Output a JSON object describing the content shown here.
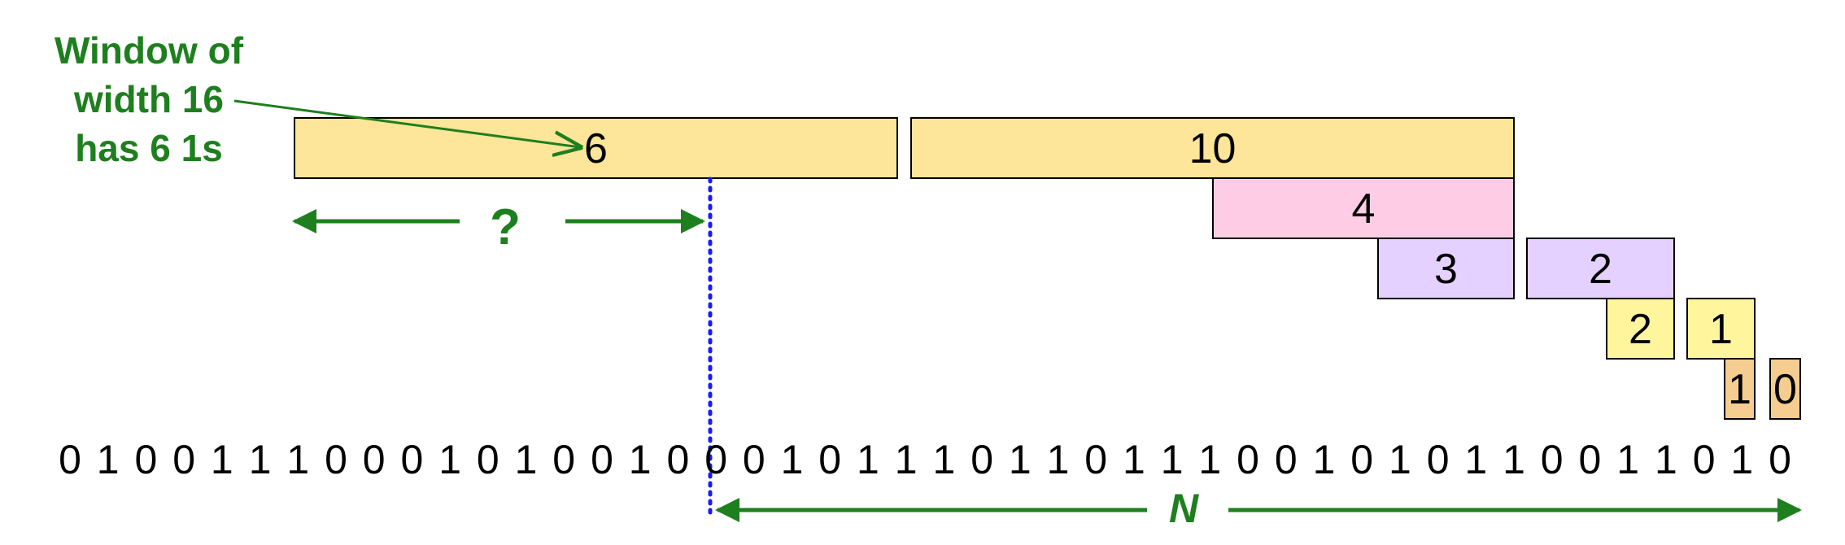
{
  "annotation": {
    "lines": [
      "Window of",
      "width 16",
      "has 6 1s"
    ],
    "question": "?",
    "n_label": "N"
  },
  "buckets": [
    {
      "label": "6",
      "color": "#fde599"
    },
    {
      "label": "10",
      "color": "#fde599"
    },
    {
      "label": "4",
      "color": "#ffcce6"
    },
    {
      "label": "3",
      "color": "#e5d1ff"
    },
    {
      "label": "2",
      "color": "#e5d1ff"
    },
    {
      "label": "2",
      "color": "#fff59c"
    },
    {
      "label": "1",
      "color": "#fff59c"
    },
    {
      "label": "1",
      "color": "#f5cd90"
    },
    {
      "label": "0",
      "color": "#f5cd90"
    }
  ],
  "bits": [
    "0",
    "1",
    "0",
    "0",
    "1",
    "1",
    "1",
    "0",
    "0",
    "0",
    "1",
    "0",
    "1",
    "0",
    "0",
    "1",
    "0",
    "0",
    "0",
    "1",
    "0",
    "1",
    "1",
    "1",
    "0",
    "1",
    "1",
    "0",
    "1",
    "1",
    "1",
    "0",
    "0",
    "1",
    "0",
    "1",
    "0",
    "1",
    "1",
    "0",
    "0",
    "1",
    "1",
    "0",
    "1",
    "0"
  ],
  "colors": {
    "green": "#1e7f1e",
    "blue": "#1a1aff",
    "outline": "#000000"
  }
}
